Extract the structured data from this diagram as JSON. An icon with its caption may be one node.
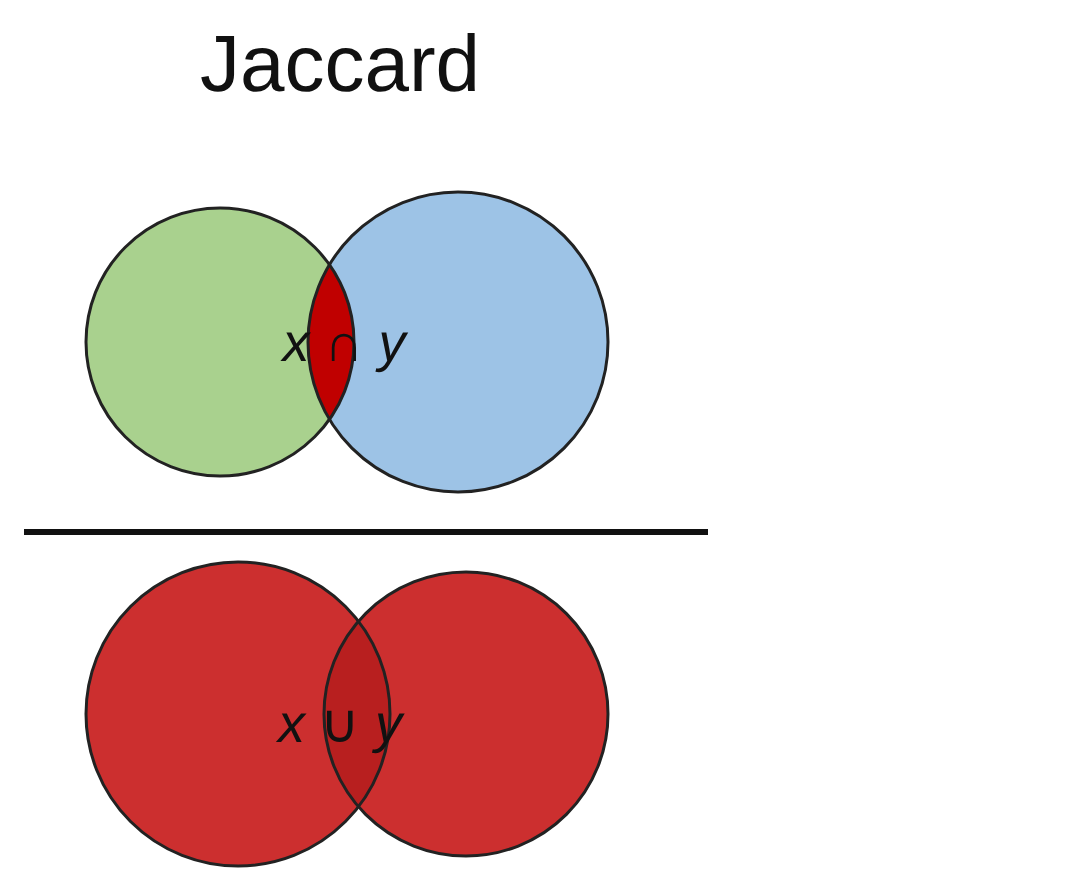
{
  "diagram": {
    "title": "Jaccard",
    "labels": [
      "*x* ∩ *y*",
      "*x* ∪ *y*"
    ]
  }
}
